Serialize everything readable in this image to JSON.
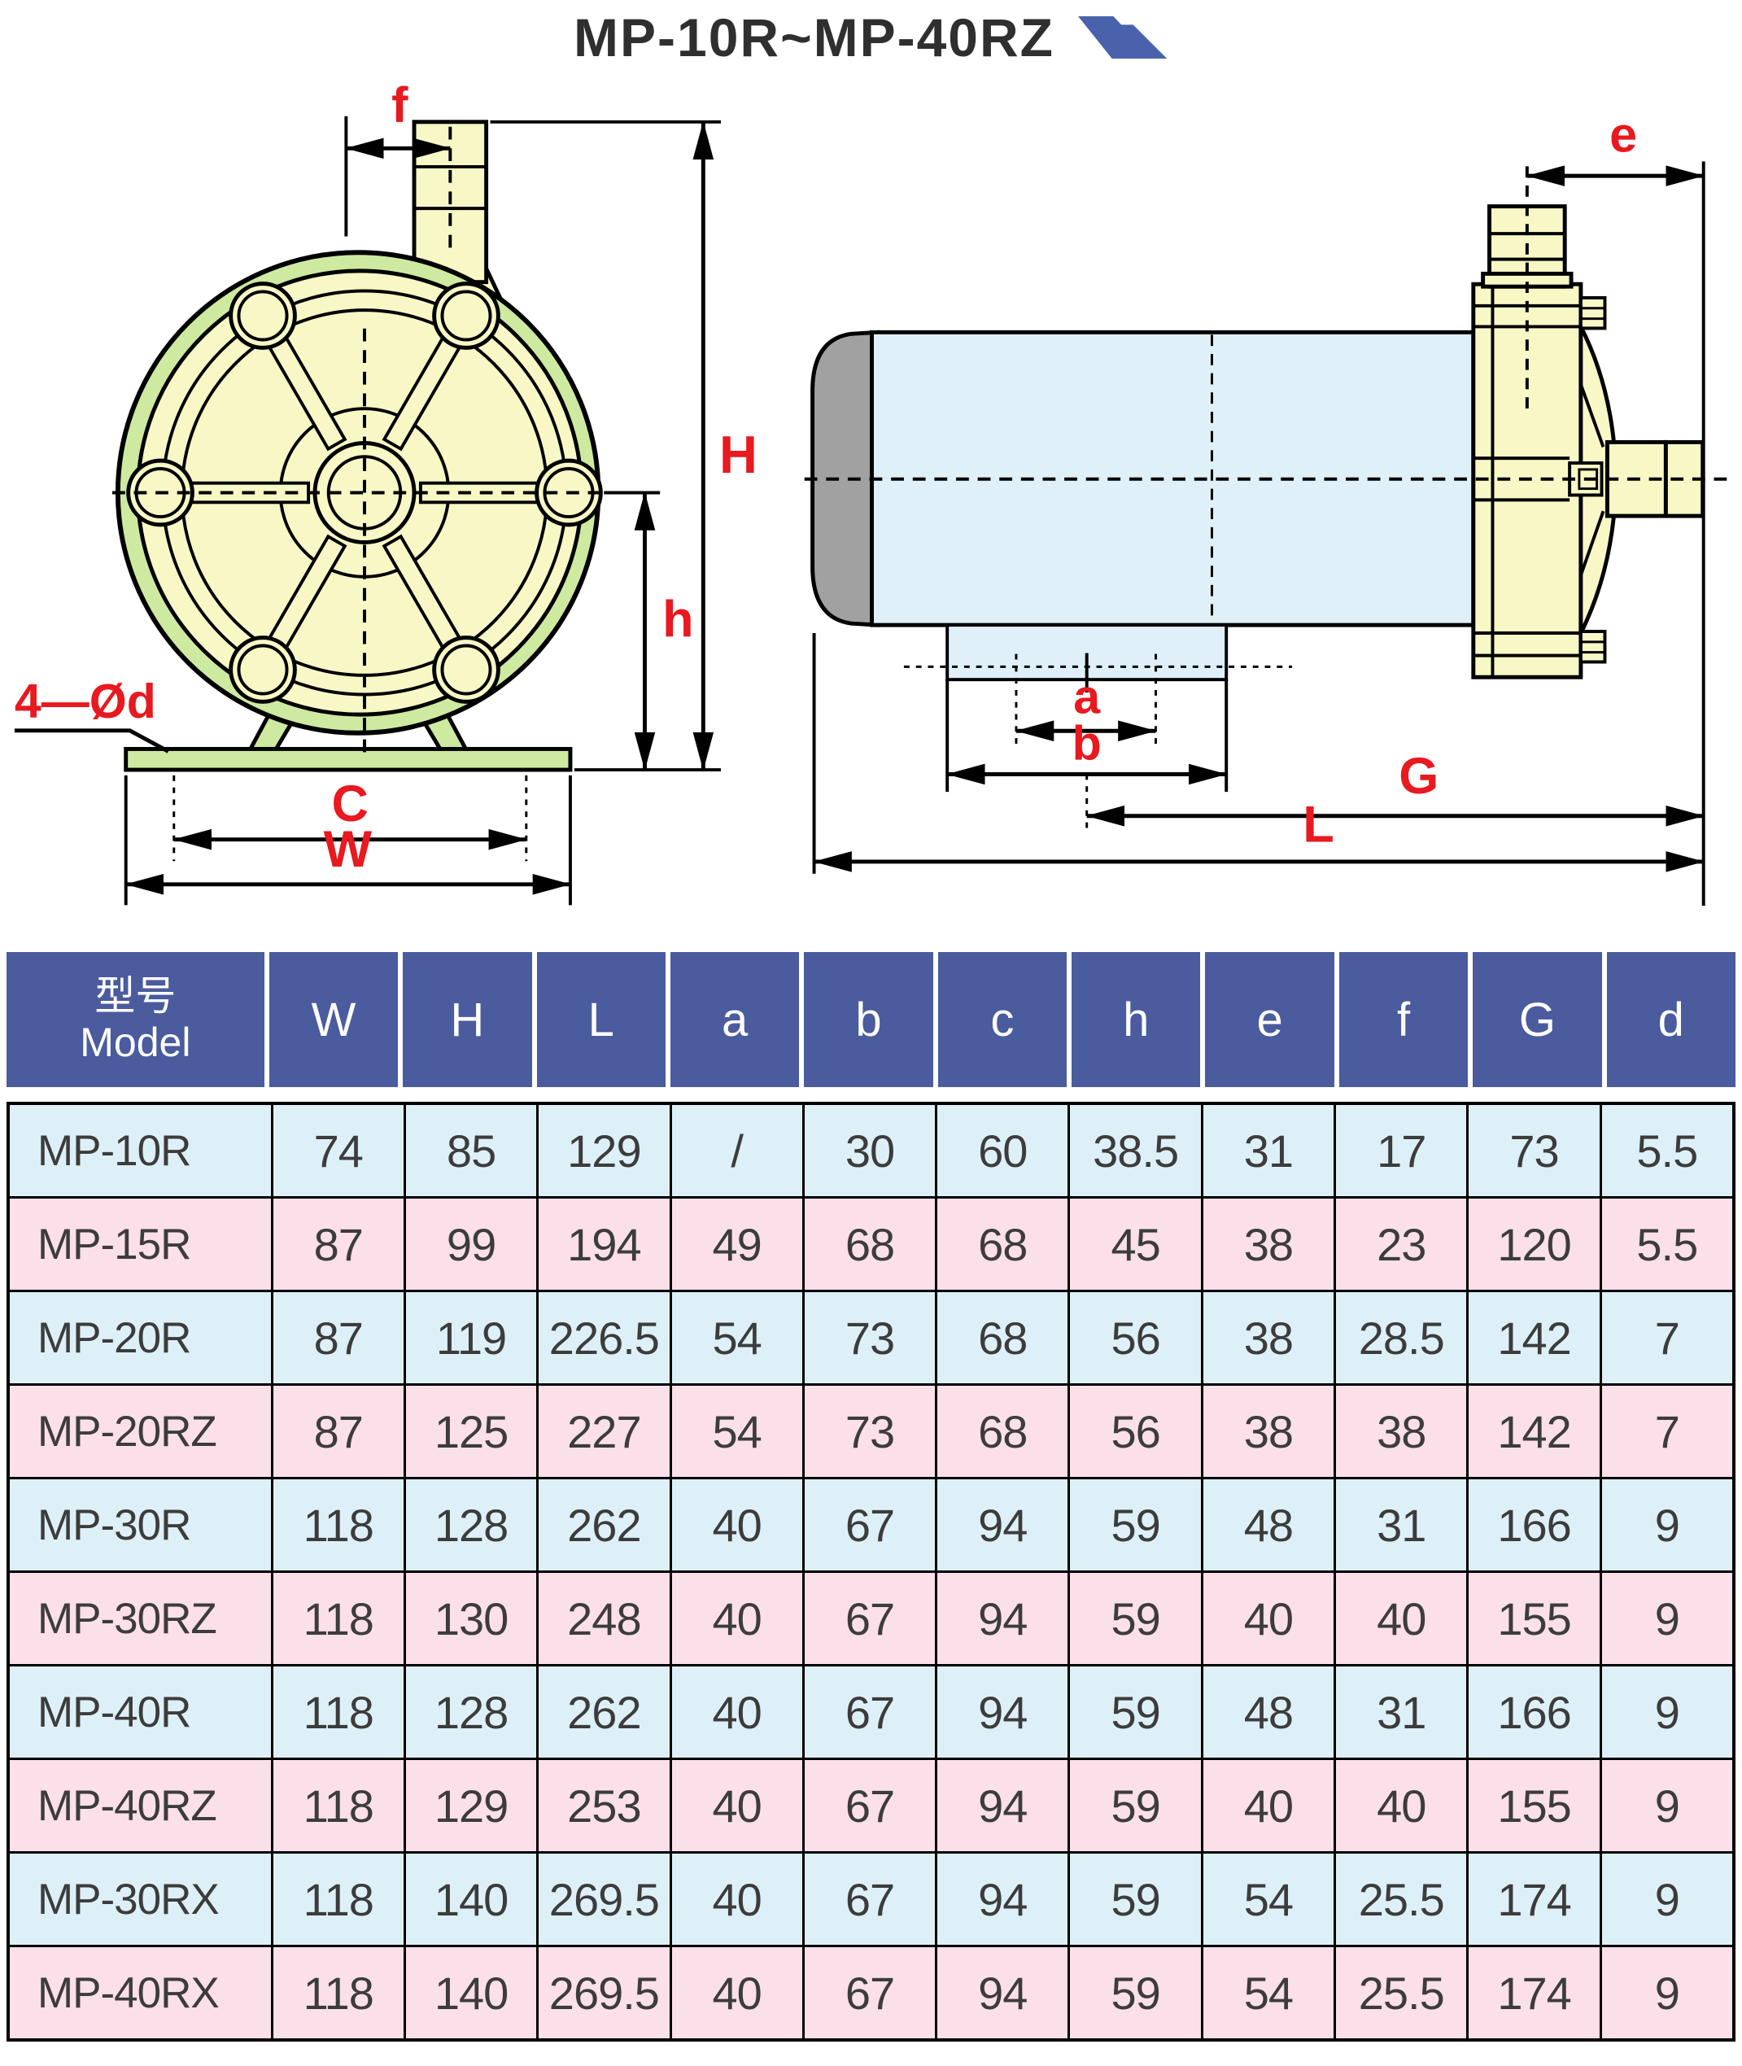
{
  "title": "MP-10R~MP-40RZ",
  "colors": {
    "header_blue": "#4a5b9e",
    "row_light_blue": "#def0f7",
    "row_pink": "#fbdfe9",
    "dimension_red": "#e8191f",
    "casing_yellow": "#f8f8c6",
    "gasket_green": "#cdeaa0",
    "motor_light_blue": "#dff0f8",
    "end_cap_gray": "#a1a1a1",
    "logo_blue": "#4a62ab"
  },
  "front_view": {
    "labels": {
      "f": "f",
      "H": "H",
      "h": "h",
      "C": "C",
      "W": "W",
      "holes": "4—Ød"
    }
  },
  "side_view": {
    "labels": {
      "e": "e",
      "a": "a",
      "b": "b",
      "G": "G",
      "L": "L"
    }
  },
  "table": {
    "header": {
      "model_line1": "型号",
      "model_line2": "Model",
      "columns": [
        "W",
        "H",
        "L",
        "a",
        "b",
        "c",
        "h",
        "e",
        "f",
        "G",
        "d"
      ]
    },
    "rows": [
      {
        "model": "MP-10R",
        "values": [
          "74",
          "85",
          "129",
          "/",
          "30",
          "60",
          "38.5",
          "31",
          "17",
          "73",
          "5.5"
        ]
      },
      {
        "model": "MP-15R",
        "values": [
          "87",
          "99",
          "194",
          "49",
          "68",
          "68",
          "45",
          "38",
          "23",
          "120",
          "5.5"
        ]
      },
      {
        "model": "MP-20R",
        "values": [
          "87",
          "119",
          "226.5",
          "54",
          "73",
          "68",
          "56",
          "38",
          "28.5",
          "142",
          "7"
        ]
      },
      {
        "model": "MP-20RZ",
        "values": [
          "87",
          "125",
          "227",
          "54",
          "73",
          "68",
          "56",
          "38",
          "38",
          "142",
          "7"
        ]
      },
      {
        "model": "MP-30R",
        "values": [
          "118",
          "128",
          "262",
          "40",
          "67",
          "94",
          "59",
          "48",
          "31",
          "166",
          "9"
        ]
      },
      {
        "model": "MP-30RZ",
        "values": [
          "118",
          "130",
          "248",
          "40",
          "67",
          "94",
          "59",
          "40",
          "40",
          "155",
          "9"
        ]
      },
      {
        "model": "MP-40R",
        "values": [
          "118",
          "128",
          "262",
          "40",
          "67",
          "94",
          "59",
          "48",
          "31",
          "166",
          "9"
        ]
      },
      {
        "model": "MP-40RZ",
        "values": [
          "118",
          "129",
          "253",
          "40",
          "67",
          "94",
          "59",
          "40",
          "40",
          "155",
          "9"
        ]
      },
      {
        "model": "MP-30RX",
        "values": [
          "118",
          "140",
          "269.5",
          "40",
          "67",
          "94",
          "59",
          "54",
          "25.5",
          "174",
          "9"
        ]
      },
      {
        "model": "MP-40RX",
        "values": [
          "118",
          "140",
          "269.5",
          "40",
          "67",
          "94",
          "59",
          "54",
          "25.5",
          "174",
          "9"
        ]
      }
    ]
  }
}
